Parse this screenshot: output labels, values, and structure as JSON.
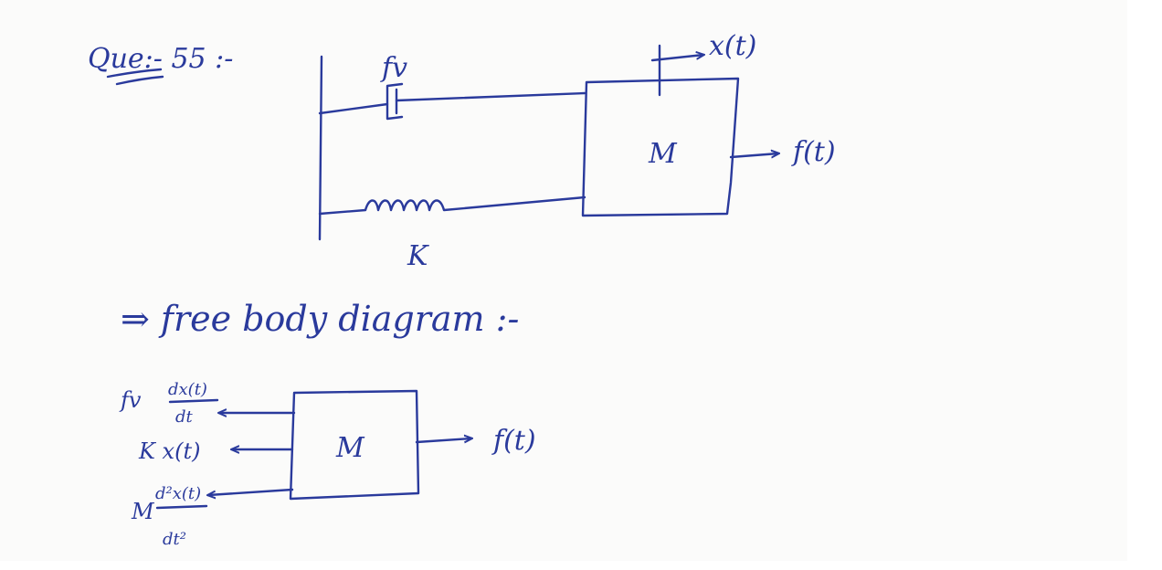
{
  "question_label": "Que:- 55 :-",
  "system": {
    "damper_label": "fv",
    "displacement_label": "x(t)",
    "mass_label": "M",
    "force_label": "f(t)",
    "spring_label": "K"
  },
  "free_body_heading": "⇒ free body diagram :-",
  "free_body": {
    "mass_label": "M",
    "applied_force_label": "f(t)",
    "damper_force": {
      "coefficient": "fv",
      "numerator": "dx(t)",
      "denominator": "dt"
    },
    "spring_force": "K x(t)",
    "inertia_force": {
      "coefficient": "M",
      "numerator": "d²x(t)",
      "denominator": "dt²"
    }
  },
  "ink_color": "#2a3a9c"
}
